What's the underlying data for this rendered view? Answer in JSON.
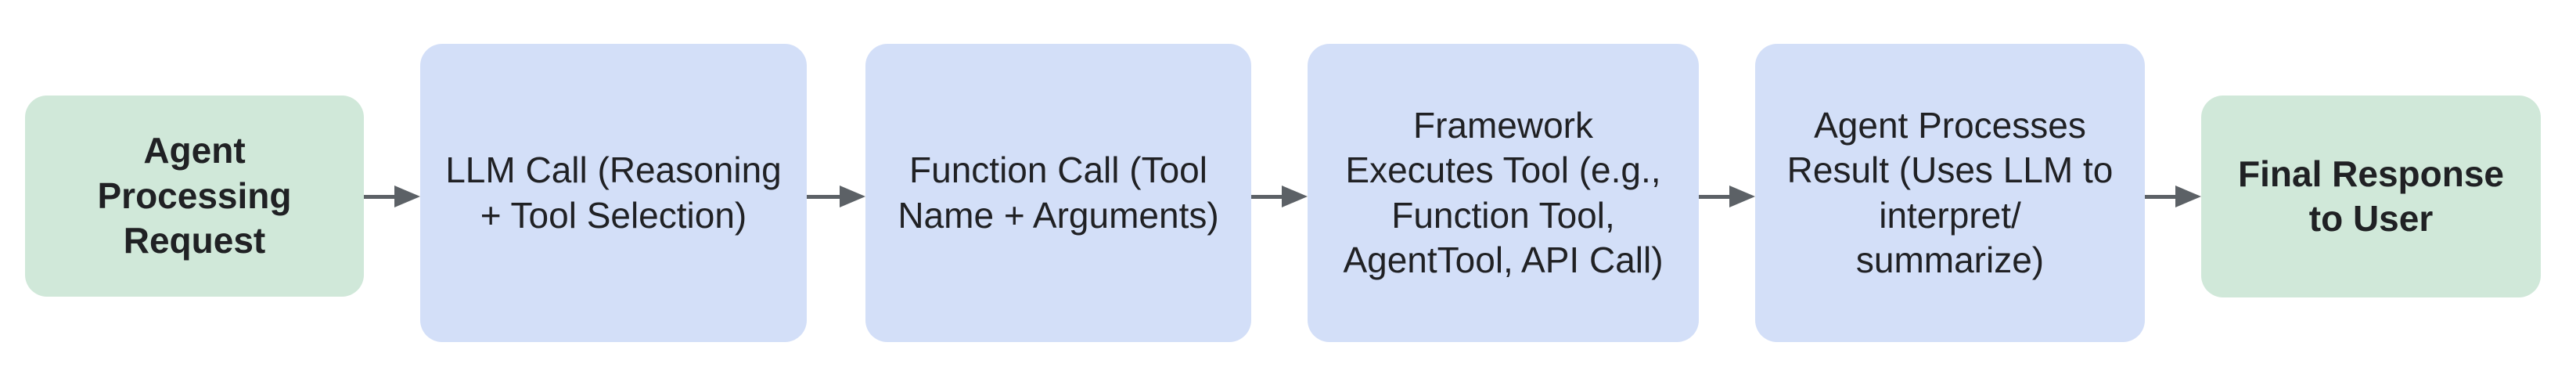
{
  "diagram": {
    "type": "flowchart",
    "direction": "left-to-right",
    "colors": {
      "background": "#FFFFFF",
      "terminal_fill": "#D0E8D9",
      "process_fill": "#D3DFF8",
      "arrow": "#5C6166",
      "text": "#202124"
    },
    "nodes": [
      {
        "id": "agent-processing-request",
        "role": "start-terminal",
        "label": "Agent Processing Request",
        "lines": [
          "Agent",
          "Processing",
          "Request"
        ]
      },
      {
        "id": "llm-call",
        "role": "process",
        "label": "LLM Call (Reasoning + Tool Selection)",
        "lines": [
          "LLM Call (Reasoning",
          "+ Tool Selection)"
        ]
      },
      {
        "id": "function-call",
        "role": "process",
        "label": "Function Call (Tool Name + Arguments)",
        "lines": [
          "Function Call (Tool",
          "Name + Arguments)"
        ]
      },
      {
        "id": "framework-executes-tool",
        "role": "process",
        "label": "Framework Executes Tool (e.g., Function Tool, AgentTool, API Call)",
        "lines": [
          "Framework",
          "Executes Tool (e.g.,",
          "Function Tool,",
          "AgentTool, API Call)"
        ]
      },
      {
        "id": "agent-processes-result",
        "role": "process",
        "label": "Agent Processes Result (Uses LLM to interpret/summarize)",
        "lines": [
          "Agent Processes",
          "Result (Uses LLM to",
          "interpret/",
          "summarize)"
        ]
      },
      {
        "id": "final-response-to-user",
        "role": "end-terminal",
        "label": "Final Response to User",
        "lines": [
          "Final Response",
          "to User"
        ]
      }
    ],
    "edges": [
      {
        "from": "agent-processing-request",
        "to": "llm-call"
      },
      {
        "from": "llm-call",
        "to": "function-call"
      },
      {
        "from": "function-call",
        "to": "framework-executes-tool"
      },
      {
        "from": "framework-executes-tool",
        "to": "agent-processes-result"
      },
      {
        "from": "agent-processes-result",
        "to": "final-response-to-user"
      }
    ]
  }
}
